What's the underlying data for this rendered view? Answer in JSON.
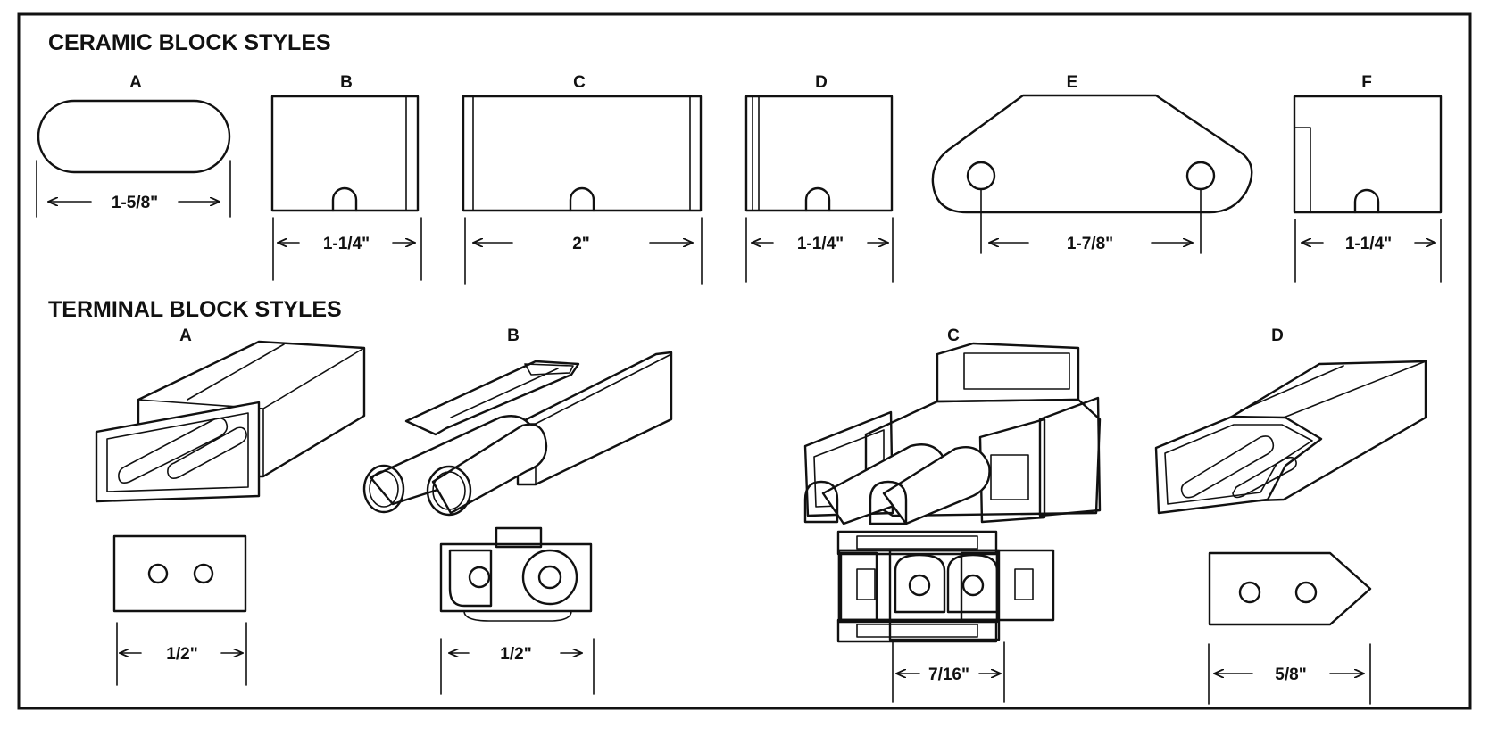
{
  "ceramic": {
    "heading": "CERAMIC BLOCK STYLES",
    "styles": [
      {
        "letter": "A",
        "dimension": "1-5/8\""
      },
      {
        "letter": "B",
        "dimension": "1-1/4\""
      },
      {
        "letter": "C",
        "dimension": "2\""
      },
      {
        "letter": "D",
        "dimension": "1-1/4\""
      },
      {
        "letter": "E",
        "dimension": "1-7/8\""
      },
      {
        "letter": "F",
        "dimension": "1-1/4\""
      }
    ]
  },
  "terminal": {
    "heading": "TERMINAL BLOCK STYLES",
    "styles": [
      {
        "letter": "A",
        "dimension": "1/2\""
      },
      {
        "letter": "B",
        "dimension": "1/2\""
      },
      {
        "letter": "C",
        "dimension": "7/16\""
      },
      {
        "letter": "D",
        "dimension": "5/8\""
      }
    ]
  }
}
